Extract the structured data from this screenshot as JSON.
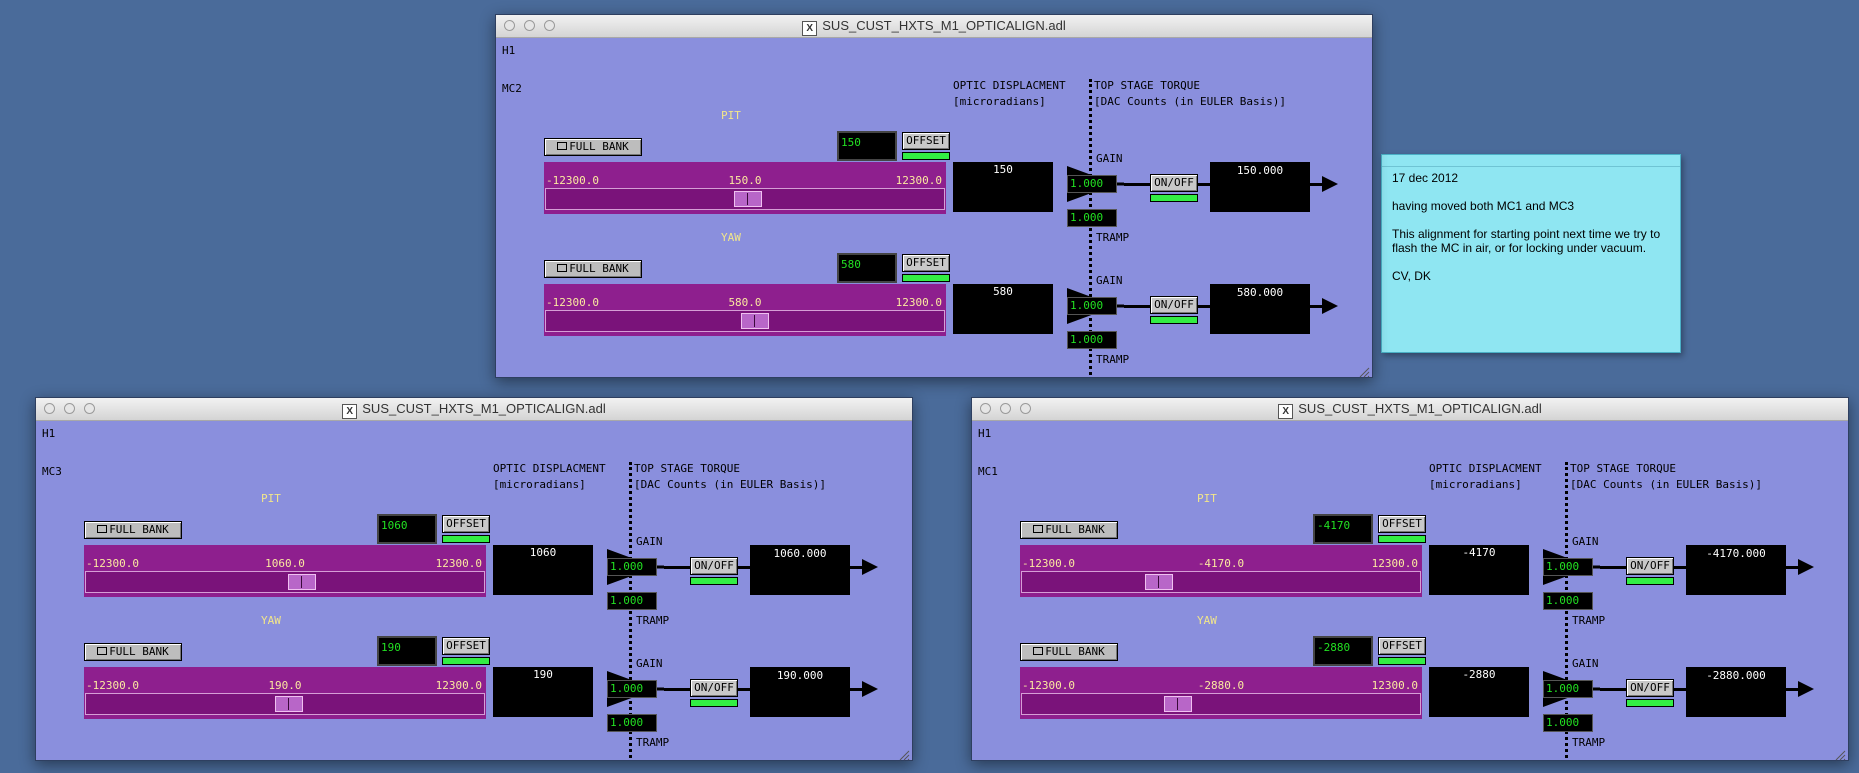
{
  "windows": [
    {
      "id": "mc2",
      "title": "SUS_CUST_HXTS_M1_OPTICALIGN.adl",
      "site": "H1",
      "optic": "MC2",
      "header_disp_1": "OPTIC DISPLACMENT",
      "header_disp_2": "[microradians]",
      "header_torque_1": "TOP STAGE TORQUE",
      "header_torque_2": "[DAC Counts (in EULER Basis)]",
      "rows": [
        {
          "dof": "PIT",
          "full_bank": "FULL BANK",
          "offset_value": "150",
          "offset_label": "OFFSET",
          "slider_min": "-12300.0",
          "slider_value": "150.0",
          "slider_max": "12300.0",
          "slider_fraction": 0.506,
          "disp": "150",
          "gain_label": "GAIN",
          "gain": "1.000",
          "onoff": "ON/OFF",
          "output": "150.000",
          "tramp": "1.000",
          "tramp_label": "TRAMP"
        },
        {
          "dof": "YAW",
          "full_bank": "FULL BANK",
          "offset_value": "580",
          "offset_label": "OFFSET",
          "slider_min": "-12300.0",
          "slider_value": "580.0",
          "slider_max": "12300.0",
          "slider_fraction": 0.524,
          "disp": "580",
          "gain_label": "GAIN",
          "gain": "1.000",
          "onoff": "ON/OFF",
          "output": "580.000",
          "tramp": "1.000",
          "tramp_label": "TRAMP"
        }
      ]
    },
    {
      "id": "mc3",
      "title": "SUS_CUST_HXTS_M1_OPTICALIGN.adl",
      "site": "H1",
      "optic": "MC3",
      "header_disp_1": "OPTIC DISPLACMENT",
      "header_disp_2": "[microradians]",
      "header_torque_1": "TOP STAGE TORQUE",
      "header_torque_2": "[DAC Counts (in EULER Basis)]",
      "rows": [
        {
          "dof": "PIT",
          "full_bank": "FULL BANK",
          "offset_value": "1060",
          "offset_label": "OFFSET",
          "slider_min": "-12300.0",
          "slider_value": "1060.0",
          "slider_max": "12300.0",
          "slider_fraction": 0.543,
          "disp": "1060",
          "gain_label": "GAIN",
          "gain": "1.000",
          "onoff": "ON/OFF",
          "output": "1060.000",
          "tramp": "1.000",
          "tramp_label": "TRAMP"
        },
        {
          "dof": "YAW",
          "full_bank": "FULL BANK",
          "offset_value": "190",
          "offset_label": "OFFSET",
          "slider_min": "-12300.0",
          "slider_value": "190.0",
          "slider_max": "12300.0",
          "slider_fraction": 0.508,
          "disp": "190",
          "gain_label": "GAIN",
          "gain": "1.000",
          "onoff": "ON/OFF",
          "output": "190.000",
          "tramp": "1.000",
          "tramp_label": "TRAMP"
        }
      ]
    },
    {
      "id": "mc1",
      "title": "SUS_CUST_HXTS_M1_OPTICALIGN.adl",
      "site": "H1",
      "optic": "MC1",
      "header_disp_1": "OPTIC DISPLACMENT",
      "header_disp_2": "[microradians]",
      "header_torque_1": "TOP STAGE TORQUE",
      "header_torque_2": "[DAC Counts (in EULER Basis)]",
      "rows": [
        {
          "dof": "PIT",
          "full_bank": "FULL BANK",
          "offset_value": "-4170",
          "offset_label": "OFFSET",
          "slider_min": "-12300.0",
          "slider_value": "-4170.0",
          "slider_max": "12300.0",
          "slider_fraction": 0.33,
          "disp": "-4170",
          "gain_label": "GAIN",
          "gain": "1.000",
          "onoff": "ON/OFF",
          "output": "-4170.000",
          "tramp": "1.000",
          "tramp_label": "TRAMP"
        },
        {
          "dof": "YAW",
          "full_bank": "FULL BANK",
          "offset_value": "-2880",
          "offset_label": "OFFSET",
          "slider_min": "-12300.0",
          "slider_value": "-2880.0",
          "slider_max": "12300.0",
          "slider_fraction": 0.383,
          "disp": "-2880",
          "gain_label": "GAIN",
          "gain": "1.000",
          "onoff": "ON/OFF",
          "output": "-2880.000",
          "tramp": "1.000",
          "tramp_label": "TRAMP"
        }
      ]
    }
  ],
  "note": {
    "date": "17 dec 2012",
    "line1": "having moved both MC1 and MC3",
    "line2": "This alignment for starting point next time we try to flash the MC in air, or for locking under vacuum.",
    "signature": "CV, DK"
  },
  "colors": {
    "desktop": "#4a6b9a",
    "panel": "#8a8fdd",
    "slider": "#8e1f8e",
    "led": "#33ee44",
    "note": "#8fe6f2"
  }
}
